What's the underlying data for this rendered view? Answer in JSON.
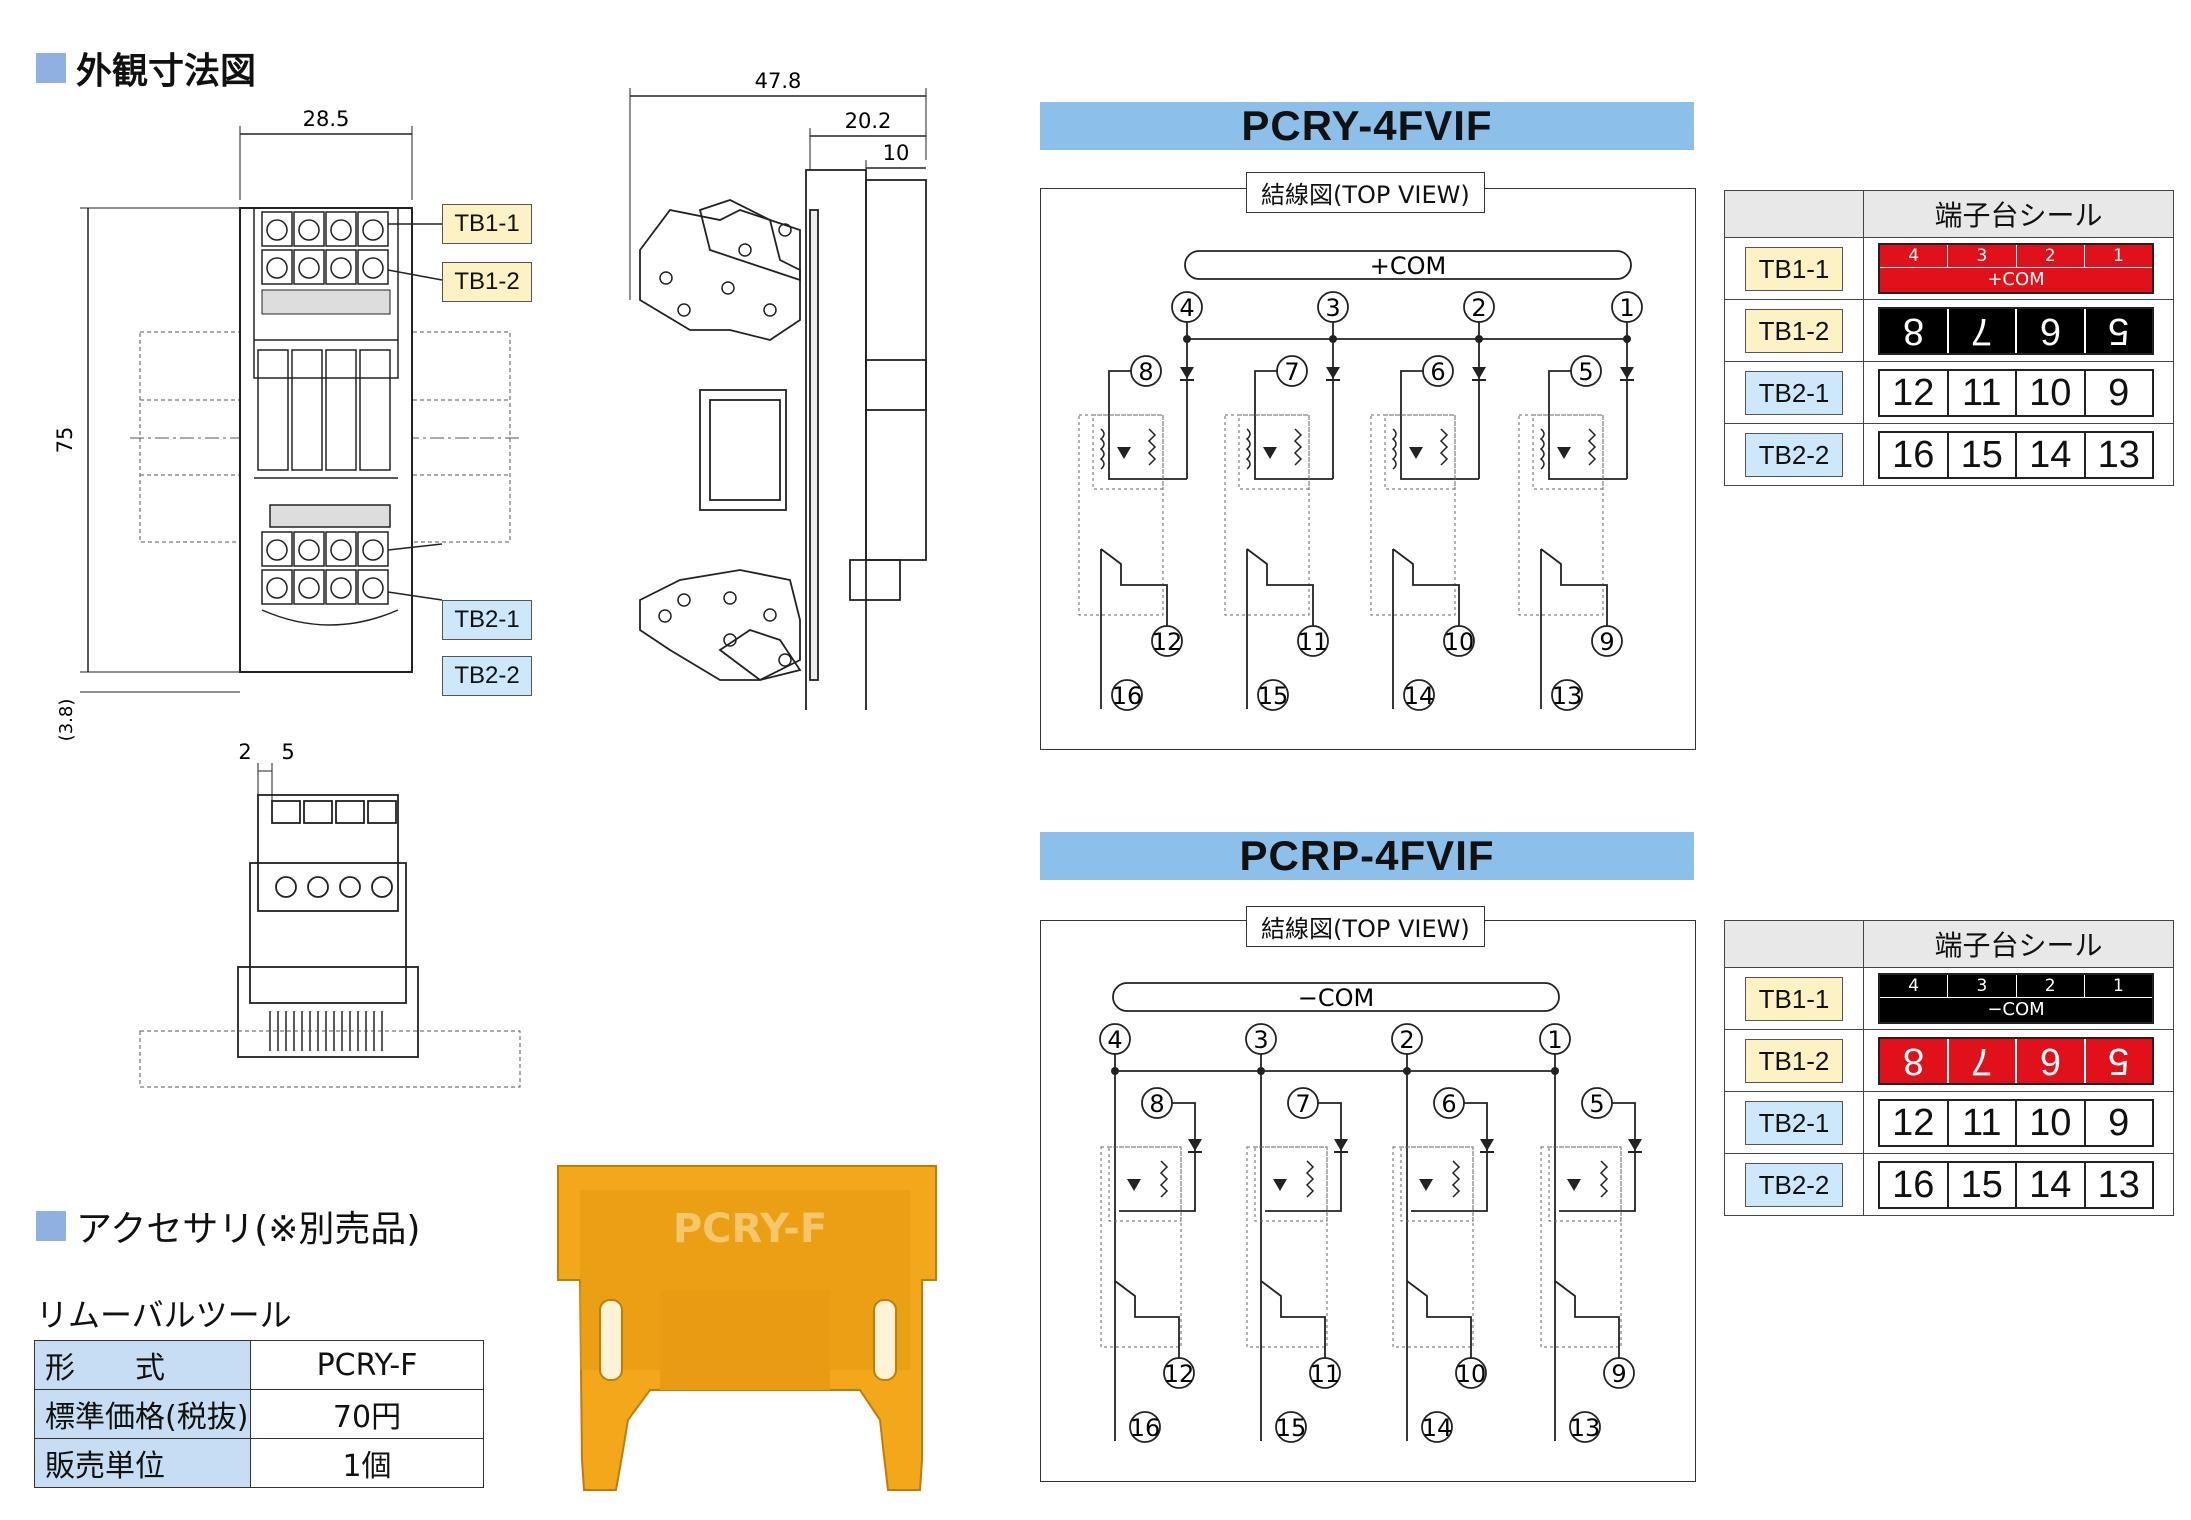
{
  "section_dimensions": "外観寸法図",
  "section_accessory": "アクセサリ(※別売品)",
  "tool_title": "リムーバルツール",
  "dims": {
    "width_top": "28.5",
    "height": "75",
    "bottom_offset": "(3.8)",
    "total_depth": "47.8",
    "depth_2": "20.2",
    "depth_3": "10",
    "small_a": "2",
    "small_b": "5"
  },
  "tb_labels": [
    "TB1-1",
    "TB1-2",
    "TB2-1",
    "TB2-2"
  ],
  "accessory_table": [
    {
      "key": "形　　式",
      "value": "PCRY-F"
    },
    {
      "key": "標準価格(税抜)",
      "value": "70円"
    },
    {
      "key": "販売単位",
      "value": "1個"
    }
  ],
  "tool_engraving": "PCRY-F",
  "wiring_label": "結線図(TOP VIEW)",
  "seal_header": "端子台シール",
  "modules": [
    {
      "model": "PCRY-4FVIF",
      "com": "+COM",
      "seal_com": "+COM",
      "top_row_style": "red",
      "second_row_style": "black"
    },
    {
      "model": "PCRP-4FVIF",
      "com": "−COM",
      "seal_com": "−COM",
      "top_row_style": "black",
      "second_row_style": "red"
    }
  ],
  "terminals": {
    "top": [
      "4",
      "3",
      "2",
      "1"
    ],
    "relay": [
      "8",
      "7",
      "6",
      "5"
    ],
    "out_a": [
      "12",
      "11",
      "10",
      "9"
    ],
    "out_b": [
      "16",
      "15",
      "14",
      "13"
    ]
  },
  "seal_rows": {
    "tb1_1": [
      "4",
      "3",
      "2",
      "1"
    ],
    "tb1_2": [
      "8",
      "7",
      "6",
      "5"
    ],
    "tb2_1": [
      "12",
      "11",
      "10",
      "9"
    ],
    "tb2_2": [
      "16",
      "15",
      "14",
      "13"
    ]
  },
  "colors": {
    "banner": "#8cc0ea",
    "heading_square": "#8fb0e0",
    "tag_yellow": "#fdf2c4",
    "tag_blue": "#cde8fa",
    "seal_red": "#e0111a",
    "tool_orange": "#f2a81a"
  }
}
